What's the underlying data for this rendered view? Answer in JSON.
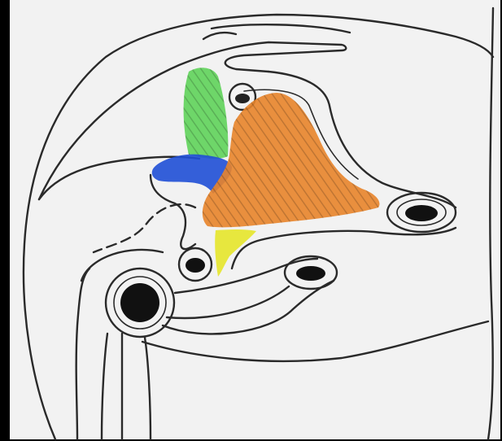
{
  "diagram": {
    "style": "line-drawing cross-section with colored overlays",
    "background_color": "#f2f2f2",
    "frame_color": "#000000",
    "regions": [
      {
        "id": "green-region",
        "color": "#5fd35a",
        "pattern": "diagonal-stripes"
      },
      {
        "id": "blue-region",
        "color": "#1f4fd6",
        "pattern": "solid"
      },
      {
        "id": "orange-region",
        "color": "#e8842a",
        "pattern": "diagonal-stripes"
      },
      {
        "id": "yellow-region",
        "color": "#e6e62a",
        "pattern": "solid"
      }
    ]
  }
}
